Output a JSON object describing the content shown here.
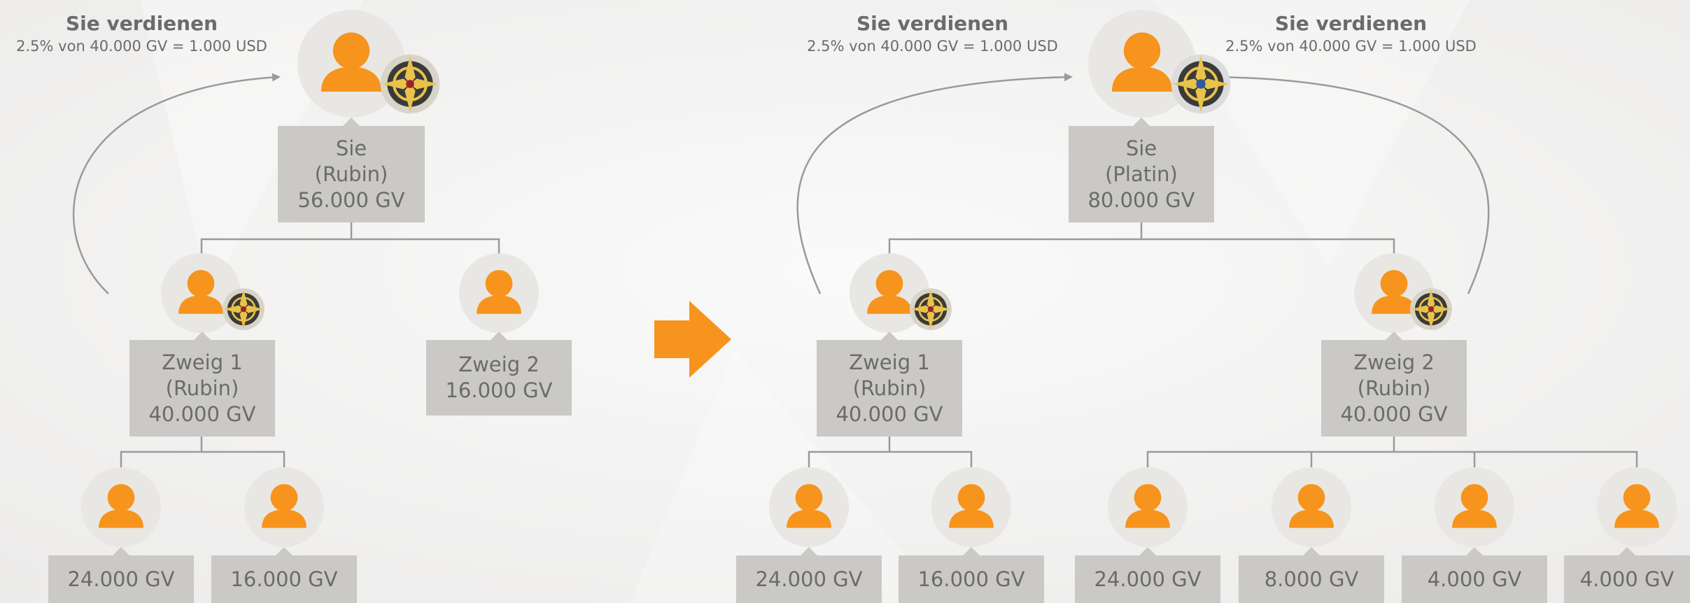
{
  "colors": {
    "accent": "#f7941d",
    "box": "#cbc9c5",
    "text": "#6b6b6b",
    "line": "#9a9a9a",
    "avatar_bg": "#e9e7e3"
  },
  "icons": {
    "person": "person-icon",
    "rank_badge": "rank-badge-icon",
    "arrow": "arrow-right-icon"
  },
  "before": {
    "earning": {
      "title": "Sie verdienen",
      "detail": "2.5% von 40.000 GV = 1.000 USD"
    },
    "root": {
      "name": "Sie",
      "rank": "(Rubin)",
      "gv": "56.000 GV"
    },
    "branch1": {
      "name": "Zweig 1",
      "rank": "(Rubin)",
      "gv": "40.000 GV"
    },
    "branch2": {
      "name": "Zweig 2",
      "gv": "16.000 GV"
    },
    "leaves": [
      {
        "gv": "24.000 GV"
      },
      {
        "gv": "16.000 GV"
      }
    ]
  },
  "after": {
    "earning_left": {
      "title": "Sie verdienen",
      "detail": "2.5% von 40.000 GV = 1.000 USD"
    },
    "earning_right": {
      "title": "Sie verdienen",
      "detail": "2.5% von 40.000 GV = 1.000 USD"
    },
    "root": {
      "name": "Sie",
      "rank": "(Platin)",
      "gv": "80.000 GV"
    },
    "branch1": {
      "name": "Zweig 1",
      "rank": "(Rubin)",
      "gv": "40.000 GV"
    },
    "branch2": {
      "name": "Zweig 2",
      "rank": "(Rubin)",
      "gv": "40.000 GV"
    },
    "leaves_branch1": [
      {
        "gv": "24.000 GV"
      },
      {
        "gv": "16.000 GV"
      }
    ],
    "leaves_branch2": [
      {
        "gv": "24.000 GV"
      },
      {
        "gv": "8.000 GV"
      },
      {
        "gv": "4.000 GV"
      },
      {
        "gv": "4.000 GV"
      }
    ]
  }
}
